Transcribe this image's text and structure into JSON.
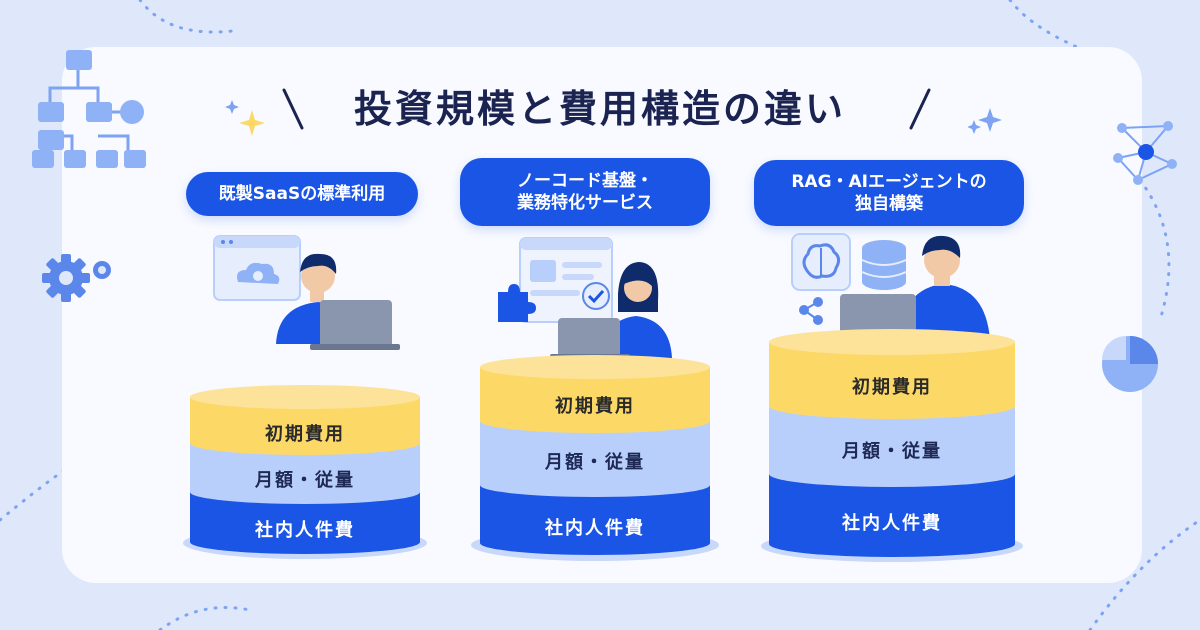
{
  "title": "投資規模と費用構造の違い",
  "columns": [
    {
      "label_lines": [
        "既製SaaSの標準利用"
      ],
      "layers": {
        "initial": "初期費用",
        "monthly": "月額・従量",
        "internal": "社内人件費"
      }
    },
    {
      "label_lines": [
        "ノーコード基盤・",
        "業務特化サービス"
      ],
      "layers": {
        "initial": "初期費用",
        "monthly": "月額・従量",
        "internal": "社内人件費"
      }
    },
    {
      "label_lines": [
        "RAG・AIエージェントの",
        "独自構築"
      ],
      "layers": {
        "initial": "初期費用",
        "monthly": "月額・従量",
        "internal": "社内人件費"
      }
    }
  ],
  "colors": {
    "background": "#dfe8fb",
    "card": "#f8faff",
    "title": "#1b2350",
    "pill": "#1a55e6",
    "initial_layer": "#fcd966",
    "monthly_layer": "#b9cffb",
    "internal_layer": "#1a55e6"
  },
  "icons": [
    "org-chart-icon",
    "gear-icon",
    "network-icon",
    "pie-chart-icon",
    "sparkle-icon",
    "cloud-settings-icon",
    "puzzle-icon",
    "check-icon",
    "brain-icon",
    "database-icon",
    "share-icon",
    "laptop-icon",
    "person-icon"
  ]
}
